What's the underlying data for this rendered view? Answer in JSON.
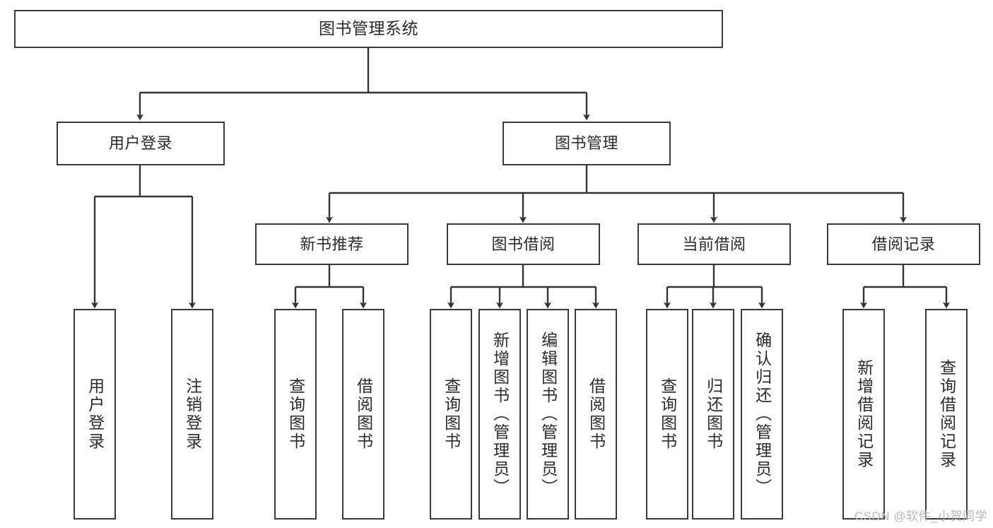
{
  "diagram": {
    "title": "图书管理系统",
    "type": "tree-hierarchy-flowchart",
    "colors": {
      "box_border": "#3a3a3a",
      "box_fill": "#ffffff",
      "edge": "#333333",
      "text": "#2b2b2b",
      "watermark": "#b7b7b7",
      "background": "#ffffff"
    },
    "watermark": "CSDN @软件_小贺同学",
    "root": {
      "label": "图书管理系统"
    },
    "level2": [
      {
        "label": "用户登录"
      },
      {
        "label": "图书管理"
      }
    ],
    "level3": [
      {
        "label": "新书推荐"
      },
      {
        "label": "图书借阅"
      },
      {
        "label": "当前借阅"
      },
      {
        "label": "借阅记录"
      }
    ],
    "leaves": {
      "user_login": [
        {
          "label": "用户登录"
        },
        {
          "label": "注销登录"
        }
      ],
      "new_book_recommend": [
        {
          "label": "查询图书"
        },
        {
          "label": "借阅图书"
        }
      ],
      "book_borrow": [
        {
          "label": "查询图书"
        },
        {
          "label": "新增图书（管理员）"
        },
        {
          "label": "编辑图书（管理员）"
        },
        {
          "label": "借阅图书"
        }
      ],
      "current_borrow": [
        {
          "label": "查询图书"
        },
        {
          "label": "归还图书"
        },
        {
          "label": "确认归还（管理员）"
        }
      ],
      "borrow_record": [
        {
          "label": "新增借阅记录"
        },
        {
          "label": "查询借阅记录"
        }
      ]
    }
  }
}
